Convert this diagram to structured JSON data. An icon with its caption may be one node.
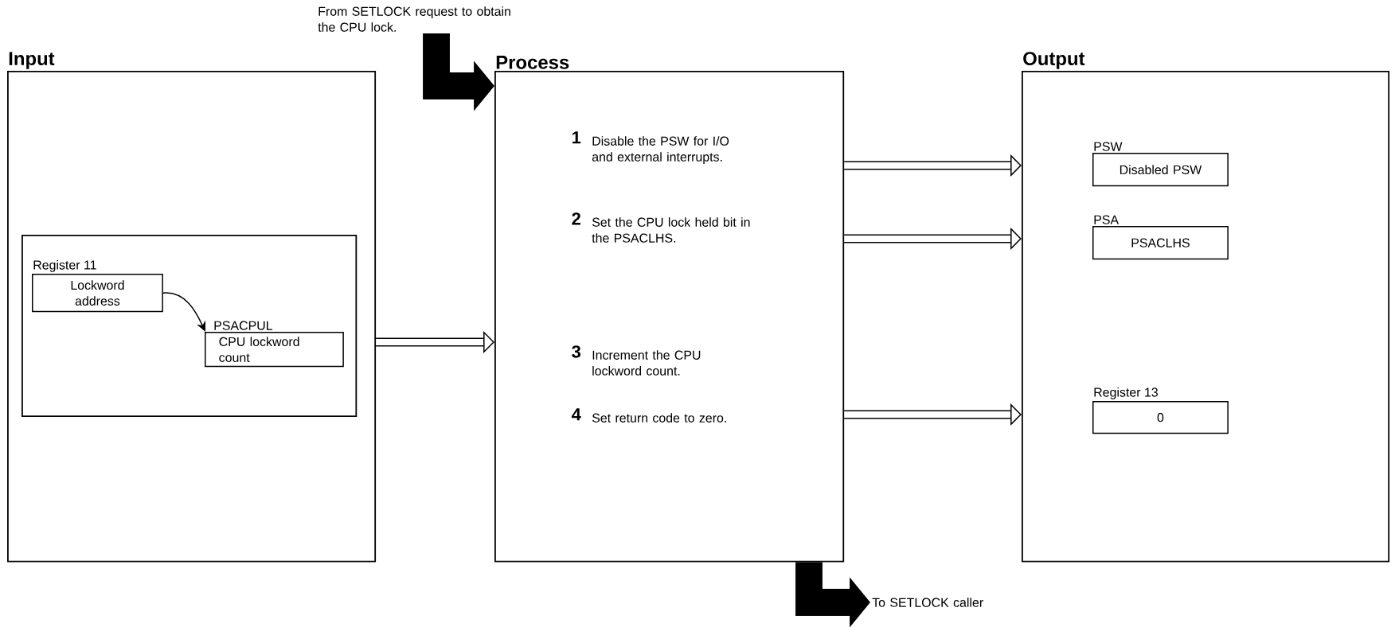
{
  "diagram": {
    "nodes": [
      {
        "text": [
          "Input"
        ]
      },
      {
        "text": [],
        "shape": "box",
        "in": 0
      },
      {
        "text": [
          "Register 11",
          "Lockword address"
        ],
        "in": 1
      },
      {
        "text": [
          "PSACPUL",
          "CPU lockword count"
        ],
        "in": 1
      },
      {
        "text": [
          "Process",
          "1",
          "Disable the PSW for I/O and external interrupts.",
          "2",
          "Set the CPU lock held bit in the PSACLHS.",
          "3",
          "Increment the CPU lockword count.",
          "4",
          "Set return code to zero."
        ]
      },
      {
        "text": [
          "Output"
        ]
      },
      {
        "text": [
          "PSW",
          "Disabled PSW"
        ],
        "in": 5
      },
      {
        "text": [
          "PSA",
          "PSACLHS"
        ],
        "in": 5
      },
      {
        "text": [
          "Register 13",
          "0"
        ],
        "in": 5
      },
      {
        "text": [
          "From SETLOCK request to obtain the CPU lock."
        ]
      },
      {
        "text": [
          "To SETLOCK caller"
        ]
      }
    ],
    "edges": [
      {
        "from": 2,
        "to": 3,
        "arrow": "to"
      },
      {
        "from": 0,
        "to": 4,
        "arrow": "to"
      },
      {
        "from": 4,
        "to": 5,
        "arrow": "to"
      },
      {
        "from": 4,
        "to": 5,
        "arrow": "to"
      },
      {
        "from": 4,
        "to": 5,
        "arrow": "to"
      },
      {
        "from": 9,
        "to": 4,
        "arrow": "to",
        "style": "thick"
      },
      {
        "from": 4,
        "to": 10,
        "arrow": "to",
        "style": "thick"
      }
    ]
  }
}
